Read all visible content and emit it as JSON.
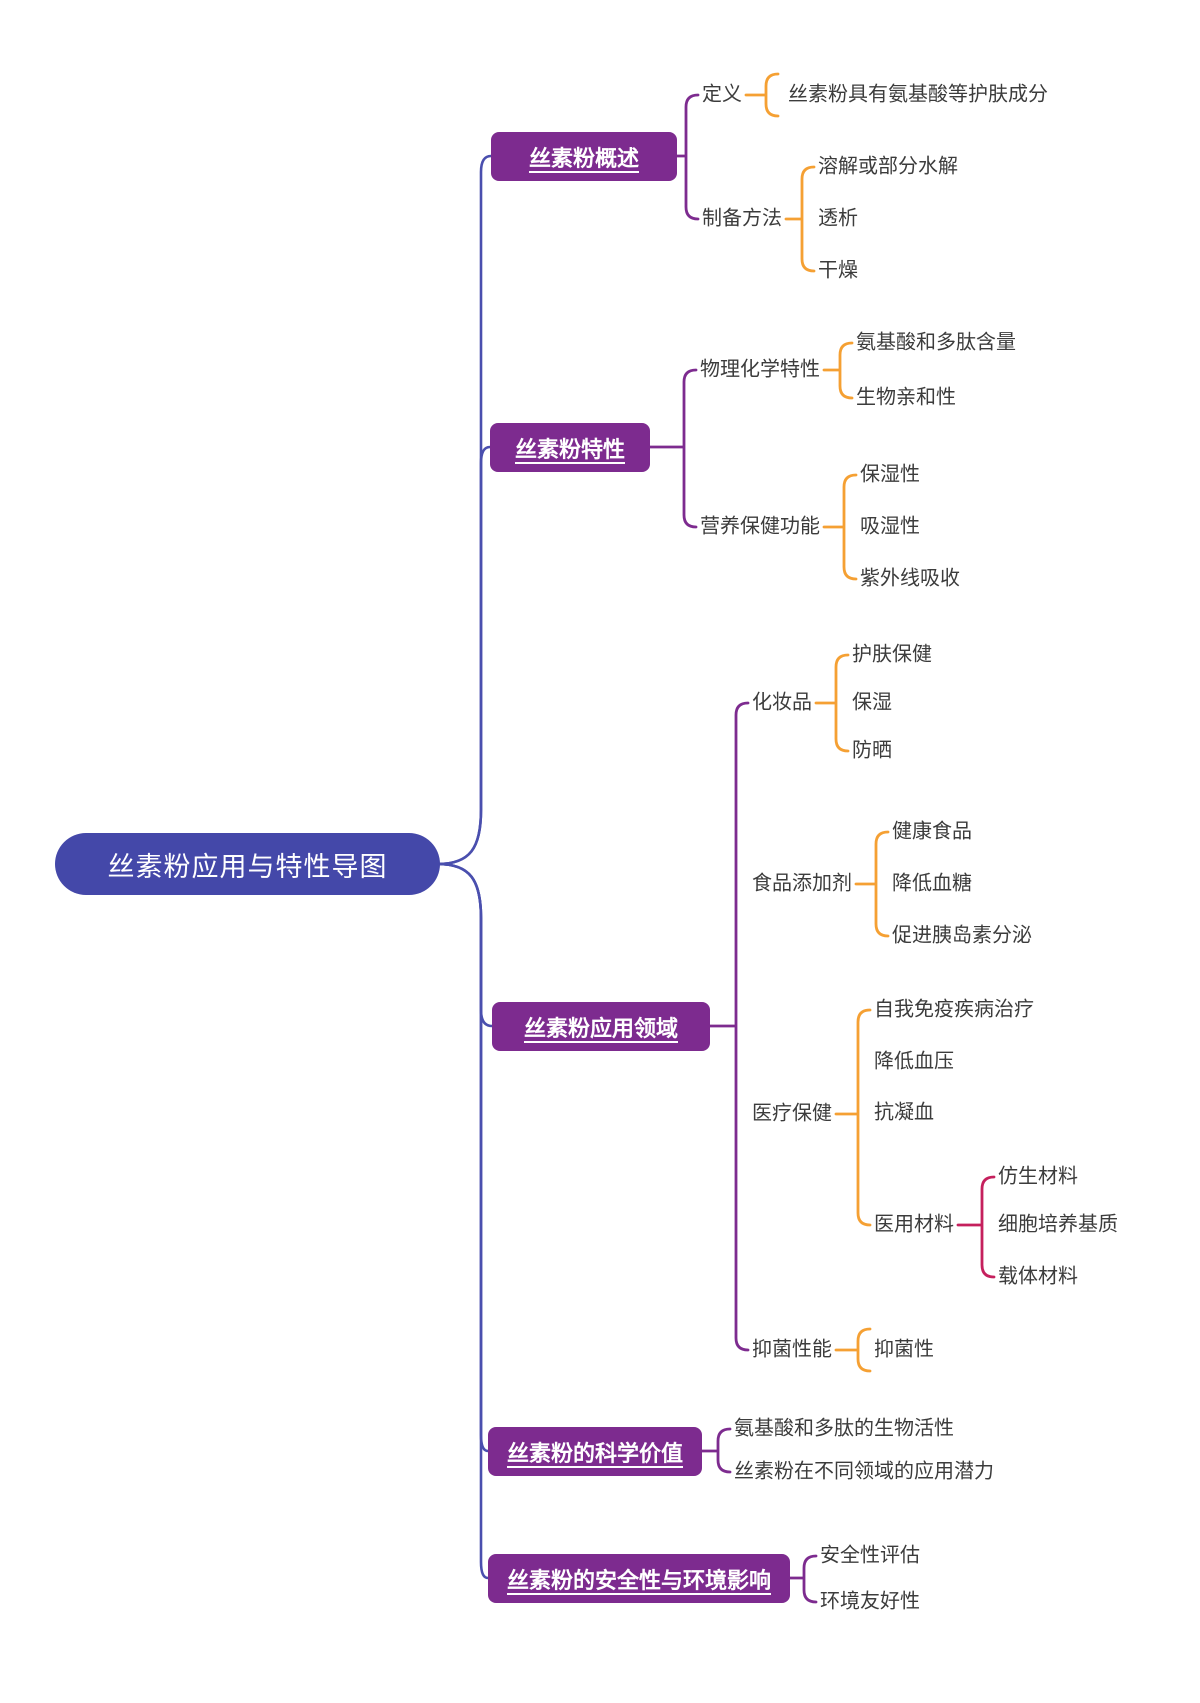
{
  "root": {
    "label": "丝素粉应用与特性导图"
  },
  "branches": [
    {
      "label": "丝素粉概述",
      "children": [
        {
          "label": "定义",
          "children": [
            {
              "label": "丝素粉具有氨基酸等护肤成分"
            }
          ]
        },
        {
          "label": "制备方法",
          "children": [
            {
              "label": "溶解或部分水解"
            },
            {
              "label": "透析"
            },
            {
              "label": "干燥"
            }
          ]
        }
      ]
    },
    {
      "label": "丝素粉特性",
      "children": [
        {
          "label": "物理化学特性",
          "children": [
            {
              "label": "氨基酸和多肽含量"
            },
            {
              "label": "生物亲和性"
            }
          ]
        },
        {
          "label": "营养保健功能",
          "children": [
            {
              "label": "保湿性"
            },
            {
              "label": "吸湿性"
            },
            {
              "label": "紫外线吸收"
            }
          ]
        }
      ]
    },
    {
      "label": "丝素粉应用领域",
      "children": [
        {
          "label": "化妆品",
          "children": [
            {
              "label": "护肤保健"
            },
            {
              "label": "保湿"
            },
            {
              "label": "防晒"
            }
          ]
        },
        {
          "label": "食品添加剂",
          "children": [
            {
              "label": "健康食品"
            },
            {
              "label": "降低血糖"
            },
            {
              "label": "促进胰岛素分泌"
            }
          ]
        },
        {
          "label": "医疗保健",
          "children": [
            {
              "label": "自我免疫疾病治疗"
            },
            {
              "label": "降低血压"
            },
            {
              "label": "抗凝血"
            },
            {
              "label": "医用材料",
              "children": [
                {
                  "label": "仿生材料"
                },
                {
                  "label": "细胞培养基质"
                },
                {
                  "label": "载体材料"
                }
              ]
            }
          ]
        },
        {
          "label": "抑菌性能",
          "children": [
            {
              "label": "抑菌性"
            }
          ]
        }
      ]
    },
    {
      "label": "丝素粉的科学价值",
      "children": [
        {
          "label": "氨基酸和多肽的生物活性"
        },
        {
          "label": "丝素粉在不同领域的应用潜力"
        }
      ]
    },
    {
      "label": "丝素粉的安全性与环境影响",
      "children": [
        {
          "label": "安全性评估"
        },
        {
          "label": "环境友好性"
        }
      ]
    }
  ],
  "colors": {
    "root_fill": "#4448a9",
    "branch_fill": "#7d2b8f",
    "trunk_line": "#4a4fae",
    "level2_line": "#7d2b8f",
    "level3_line": "#f5a033",
    "level4_line": "#c5205d",
    "text": "#3c3c3c"
  }
}
